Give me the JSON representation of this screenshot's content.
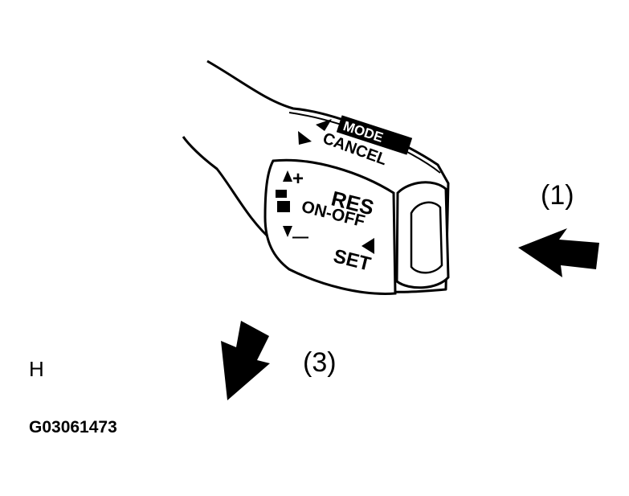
{
  "callouts": {
    "one": "(1)",
    "three": "(3)"
  },
  "lever_labels": {
    "mode": "MODE",
    "cancel": "CANCEL",
    "plus": "+",
    "minus": "—",
    "res": "RES",
    "on_off": "ON-OFF",
    "set": "SET"
  },
  "corner_letter": "H",
  "figure_id": "G03061473",
  "colors": {
    "ink": "#000000",
    "paper": "#ffffff",
    "shade": "#d9d9d9"
  }
}
